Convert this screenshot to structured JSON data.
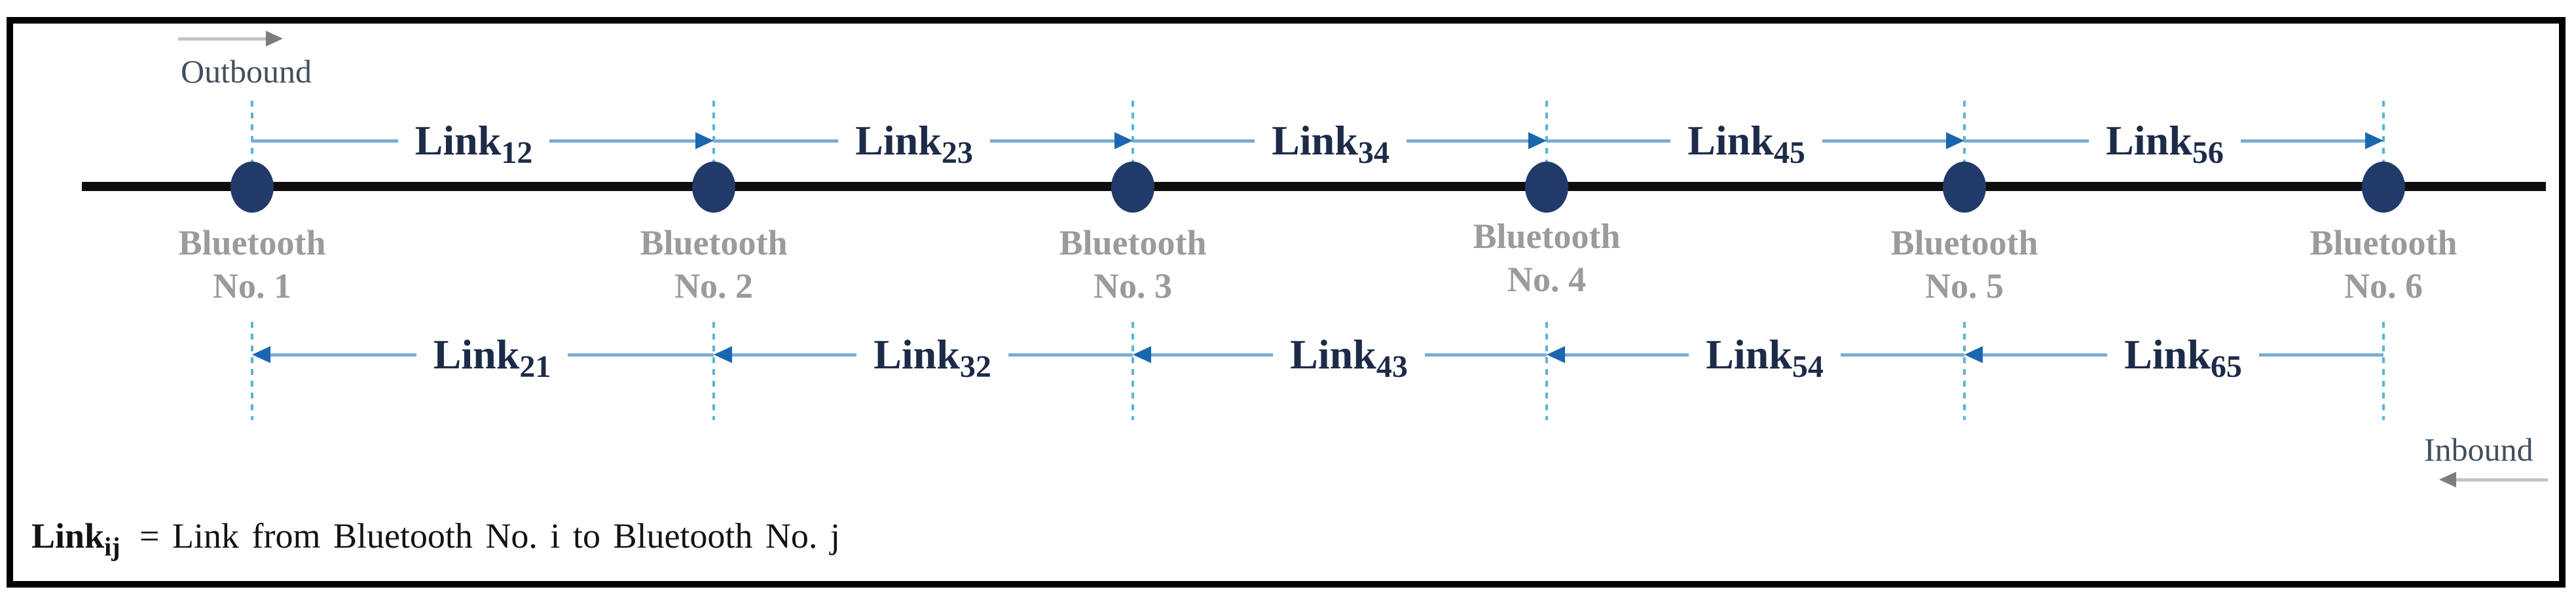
{
  "colors": {
    "background": "#ffffff",
    "frame": "#000000",
    "road": "#0e0e0e",
    "dot": "#223a6a",
    "guide": "#58b6d6",
    "link_line": "#7aadd2",
    "link_arrow": "#1a67b0",
    "link_label": "#1c2b48",
    "sensor_label": "#9b9b9b",
    "direction_label": "#424f5e",
    "direction_arrow_line": "#c3c3c3",
    "direction_arrow_head": "#7c7c7c",
    "legend_text": "#131313"
  },
  "directions": {
    "outbound": "Outbound",
    "inbound": "Inbound"
  },
  "sensors": [
    {
      "line1": "Bluetooth",
      "line2": "No. 1"
    },
    {
      "line1": "Bluetooth",
      "line2": "No. 2"
    },
    {
      "line1": "Bluetooth",
      "line2": "No. 3"
    },
    {
      "line1": "Bluetooth",
      "line2": "No. 4"
    },
    {
      "line1": "Bluetooth",
      "line2": "No. 5"
    },
    {
      "line1": "Bluetooth",
      "line2": "No. 6"
    }
  ],
  "outbound_links": [
    {
      "main": "Link",
      "sub": "12"
    },
    {
      "main": "Link",
      "sub": "23"
    },
    {
      "main": "Link",
      "sub": "34"
    },
    {
      "main": "Link",
      "sub": "45"
    },
    {
      "main": "Link",
      "sub": "56"
    }
  ],
  "inbound_links": [
    {
      "main": "Link",
      "sub": "21"
    },
    {
      "main": "Link",
      "sub": "32"
    },
    {
      "main": "Link",
      "sub": "43"
    },
    {
      "main": "Link",
      "sub": "54"
    },
    {
      "main": "Link",
      "sub": "65"
    }
  ],
  "legend": {
    "term_main": "Link",
    "term_sub": "ij",
    "definition": "= Link from Bluetooth No. i to Bluetooth No. j"
  }
}
